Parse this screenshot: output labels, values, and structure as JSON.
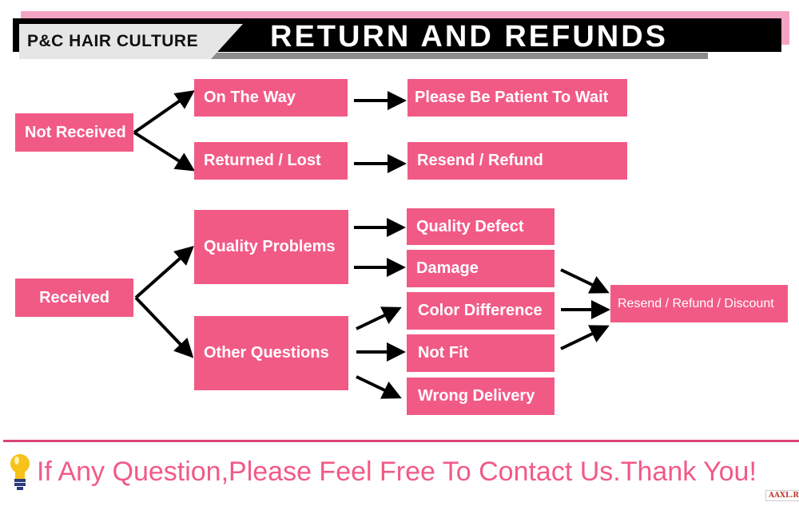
{
  "header": {
    "brand": "P&C HAIR CULTURE",
    "title": "RETURN AND REFUNDS"
  },
  "flow": {
    "not_received": {
      "label": "Not Received",
      "on_the_way": "On The Way",
      "on_the_way_result": "Please Be Patient To Wait",
      "returned_lost": "Returned / Lost",
      "returned_lost_result": "Resend / Refund"
    },
    "received": {
      "label": "Received",
      "quality_problems": "Quality Problems",
      "other_questions": "Other Questions",
      "quality_defect": "Quality Defect",
      "damage": "Damage",
      "color_difference": "Color Difference",
      "not_fit": "Not Fit",
      "wrong_delivery": "Wrong Delivery",
      "outcome": "Resend / Refund / Discount"
    }
  },
  "footer": {
    "message": "If Any Question,Please Feel Free To Contact Us.Thank You!",
    "watermark": "AAXL.RU"
  },
  "colors": {
    "box": "#f25a86",
    "accent_strip": "#f5a3c3",
    "title_bar": "#000000",
    "divider": "#d9437a"
  }
}
